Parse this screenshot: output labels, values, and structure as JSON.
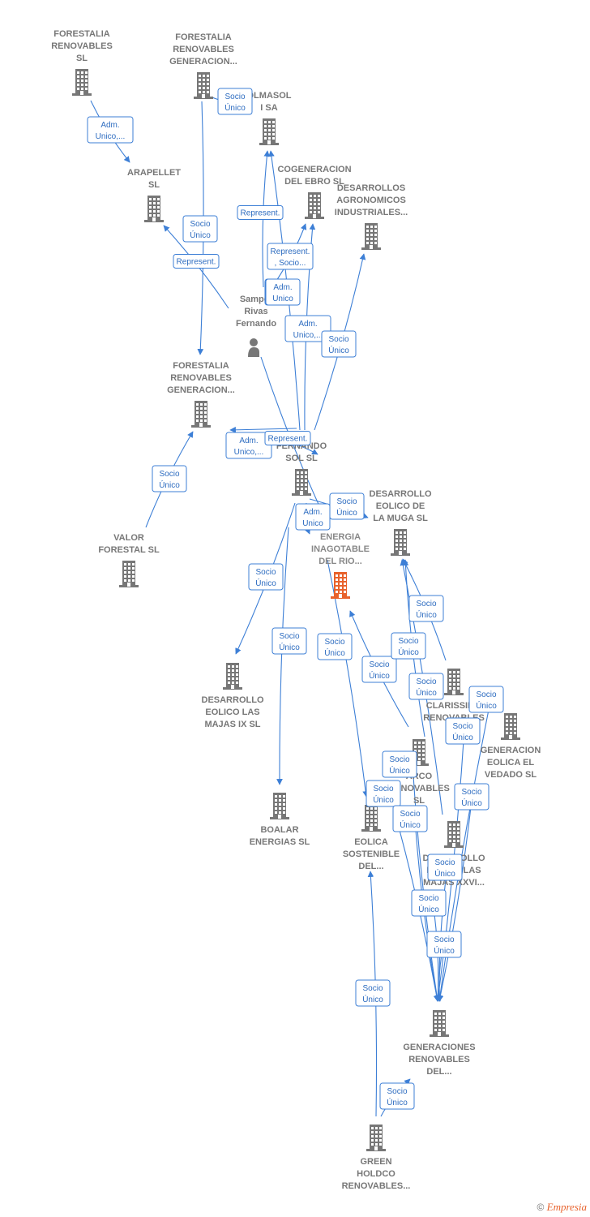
{
  "colors": {
    "edge": "#3d7fd6",
    "node": "#777777",
    "focus": "#e8622c",
    "label_box_border": "#3d7fd6"
  },
  "icons": {
    "company": "building-icon",
    "person": "person-icon"
  },
  "nodes": [
    {
      "id": "n1",
      "kind": "company",
      "lines": [
        "FORESTALIA",
        "RENOVABLES",
        "SL"
      ]
    },
    {
      "id": "n2",
      "kind": "company",
      "lines": [
        "FORESTALIA",
        "RENOVABLES",
        "GENERACION..."
      ]
    },
    {
      "id": "n3",
      "kind": "company",
      "lines": [
        "OLMASOL",
        "I SA"
      ]
    },
    {
      "id": "n4",
      "kind": "company",
      "lines": [
        "ARAPELLET",
        "SL"
      ]
    },
    {
      "id": "n5",
      "kind": "company",
      "lines": [
        "COGENERACION",
        "DEL EBRO  SL"
      ]
    },
    {
      "id": "n6",
      "kind": "company",
      "lines": [
        "DESARROLLOS",
        "AGRONOMICOS",
        "INDUSTRIALES..."
      ]
    },
    {
      "id": "n7",
      "kind": "person",
      "lines": [
        "Samper",
        "Rivas",
        "Fernando"
      ]
    },
    {
      "id": "n8",
      "kind": "company",
      "lines": [
        "FORESTALIA",
        "RENOVABLES",
        "GENERACION..."
      ]
    },
    {
      "id": "n9",
      "kind": "company",
      "lines": [
        "FERNANDO",
        "SOL SL"
      ]
    },
    {
      "id": "n10",
      "kind": "company",
      "lines": [
        "DESARROLLO",
        "EOLICO DE",
        "LA MUGA SL"
      ]
    },
    {
      "id": "n11",
      "kind": "company",
      "lines": [
        "ENERGIA",
        "INAGOTABLE",
        "DEL RIO..."
      ],
      "focus": true
    },
    {
      "id": "n12",
      "kind": "company",
      "lines": [
        "VALOR",
        "FORESTAL SL"
      ]
    },
    {
      "id": "n13",
      "kind": "company",
      "lines": [
        "DESARROLLO",
        "EOLICO LAS",
        "MAJAS IX  SL"
      ]
    },
    {
      "id": "n14",
      "kind": "company",
      "lines": [
        "CLARISSIMA",
        "RENOVABLES"
      ]
    },
    {
      "id": "n15",
      "kind": "company",
      "lines": [
        "GENERACION",
        "EOLICA EL",
        "VEDADO SL"
      ]
    },
    {
      "id": "n16",
      "kind": "company",
      "lines": [
        "ARCO",
        "RENOVABLES",
        "SL"
      ]
    },
    {
      "id": "n17",
      "kind": "company",
      "lines": [
        "BOALAR",
        "ENERGIAS  SL"
      ]
    },
    {
      "id": "n18",
      "kind": "company",
      "lines": [
        "EOLICA",
        "SOSTENIBLE",
        "DEL..."
      ]
    },
    {
      "id": "n19",
      "kind": "company",
      "lines": [
        "DESARROLLO",
        "EOLICO LAS",
        "MAJAS XXVI..."
      ]
    },
    {
      "id": "n20",
      "kind": "company",
      "lines": [
        "GENERACIONES",
        "RENOVABLES",
        "DEL..."
      ]
    },
    {
      "id": "n21",
      "kind": "company",
      "lines": [
        "GREEN",
        "HOLDCO",
        "RENOVABLES..."
      ]
    }
  ],
  "edges": [
    {
      "from": "n1",
      "to": "n4",
      "label": [
        "Adm.",
        "Unico,..."
      ]
    },
    {
      "from": "n2",
      "to": "n8",
      "label": [
        "Socio",
        "Único"
      ]
    },
    {
      "from": "n2",
      "to": "n3",
      "label": [
        "Socio",
        "Único"
      ]
    },
    {
      "from": "n7",
      "to": "n4",
      "label": [
        "Represent."
      ]
    },
    {
      "from": "n7",
      "to": "n3",
      "label": [
        "Represent."
      ]
    },
    {
      "from": "n7",
      "to": "n5",
      "label": [
        "Represent.",
        ", Socio..."
      ]
    },
    {
      "from": "n7",
      "to": "n11",
      "label": [
        "Adm.",
        "Unico"
      ]
    },
    {
      "from": "n9",
      "to": "n3",
      "label": [
        "Adm.",
        "Unico"
      ]
    },
    {
      "from": "n9",
      "to": "n5",
      "label": [
        "Adm.",
        "Unico,..."
      ]
    },
    {
      "from": "n9",
      "to": "n6",
      "label": [
        "Socio",
        "Único"
      ]
    },
    {
      "from": "n9",
      "to": "n8",
      "label": [
        "Adm.",
        "Unico,..."
      ]
    },
    {
      "from": "n9",
      "to": "n9",
      "label": [
        "Represent."
      ]
    },
    {
      "from": "n9",
      "to": "n11",
      "label": [
        "Adm.",
        "Unico"
      ]
    },
    {
      "from": "n9",
      "to": "n10",
      "label": [
        "Socio",
        "Único"
      ]
    },
    {
      "from": "n12",
      "to": "n8",
      "label": [
        "Socio",
        "Único"
      ]
    },
    {
      "from": "n9",
      "to": "n13",
      "label": [
        "Socio",
        "Único"
      ]
    },
    {
      "from": "n9",
      "to": "n17",
      "label": [
        "Socio",
        "Único"
      ]
    },
    {
      "from": "n11",
      "to": "n18",
      "label": [
        "Socio",
        "Único"
      ]
    },
    {
      "from": "n16",
      "to": "n11",
      "label": [
        "Socio",
        "Único"
      ]
    },
    {
      "from": "n14",
      "to": "n10",
      "label": [
        "Socio",
        "Único"
      ]
    },
    {
      "from": "n16",
      "to": "n10",
      "label": [
        "Socio",
        "Único"
      ]
    },
    {
      "from": "n19",
      "to": "n10",
      "label": [
        "Socio",
        "Único"
      ]
    },
    {
      "from": "n15",
      "to": "n20",
      "label": [
        "Socio",
        "Único"
      ]
    },
    {
      "from": "n14",
      "to": "n20",
      "label": [
        "Socio",
        "Único"
      ]
    },
    {
      "from": "n16",
      "to": "n20",
      "label": [
        "Socio",
        "Único"
      ]
    },
    {
      "from": "n18",
      "to": "n20",
      "label": [
        "Socio",
        "Único"
      ]
    },
    {
      "from": "n16",
      "to": "n20",
      "label": [
        "Socio",
        "Único"
      ]
    },
    {
      "from": "n19",
      "to": "n20",
      "label": [
        "Socio",
        "Único"
      ]
    },
    {
      "from": "n19",
      "to": "n20",
      "label": [
        "Socio",
        "Único"
      ]
    },
    {
      "from": "n19",
      "to": "n20",
      "label": [
        "Socio",
        "Único"
      ]
    },
    {
      "from": "n19",
      "to": "n20",
      "label": [
        "Socio",
        "Único"
      ]
    },
    {
      "from": "n21",
      "to": "n18",
      "label": [
        "Socio",
        "Único"
      ]
    },
    {
      "from": "n21",
      "to": "n20",
      "label": [
        "Socio",
        "Único"
      ]
    }
  ],
  "footer": {
    "copyright": "©",
    "brand": "Empresia"
  }
}
